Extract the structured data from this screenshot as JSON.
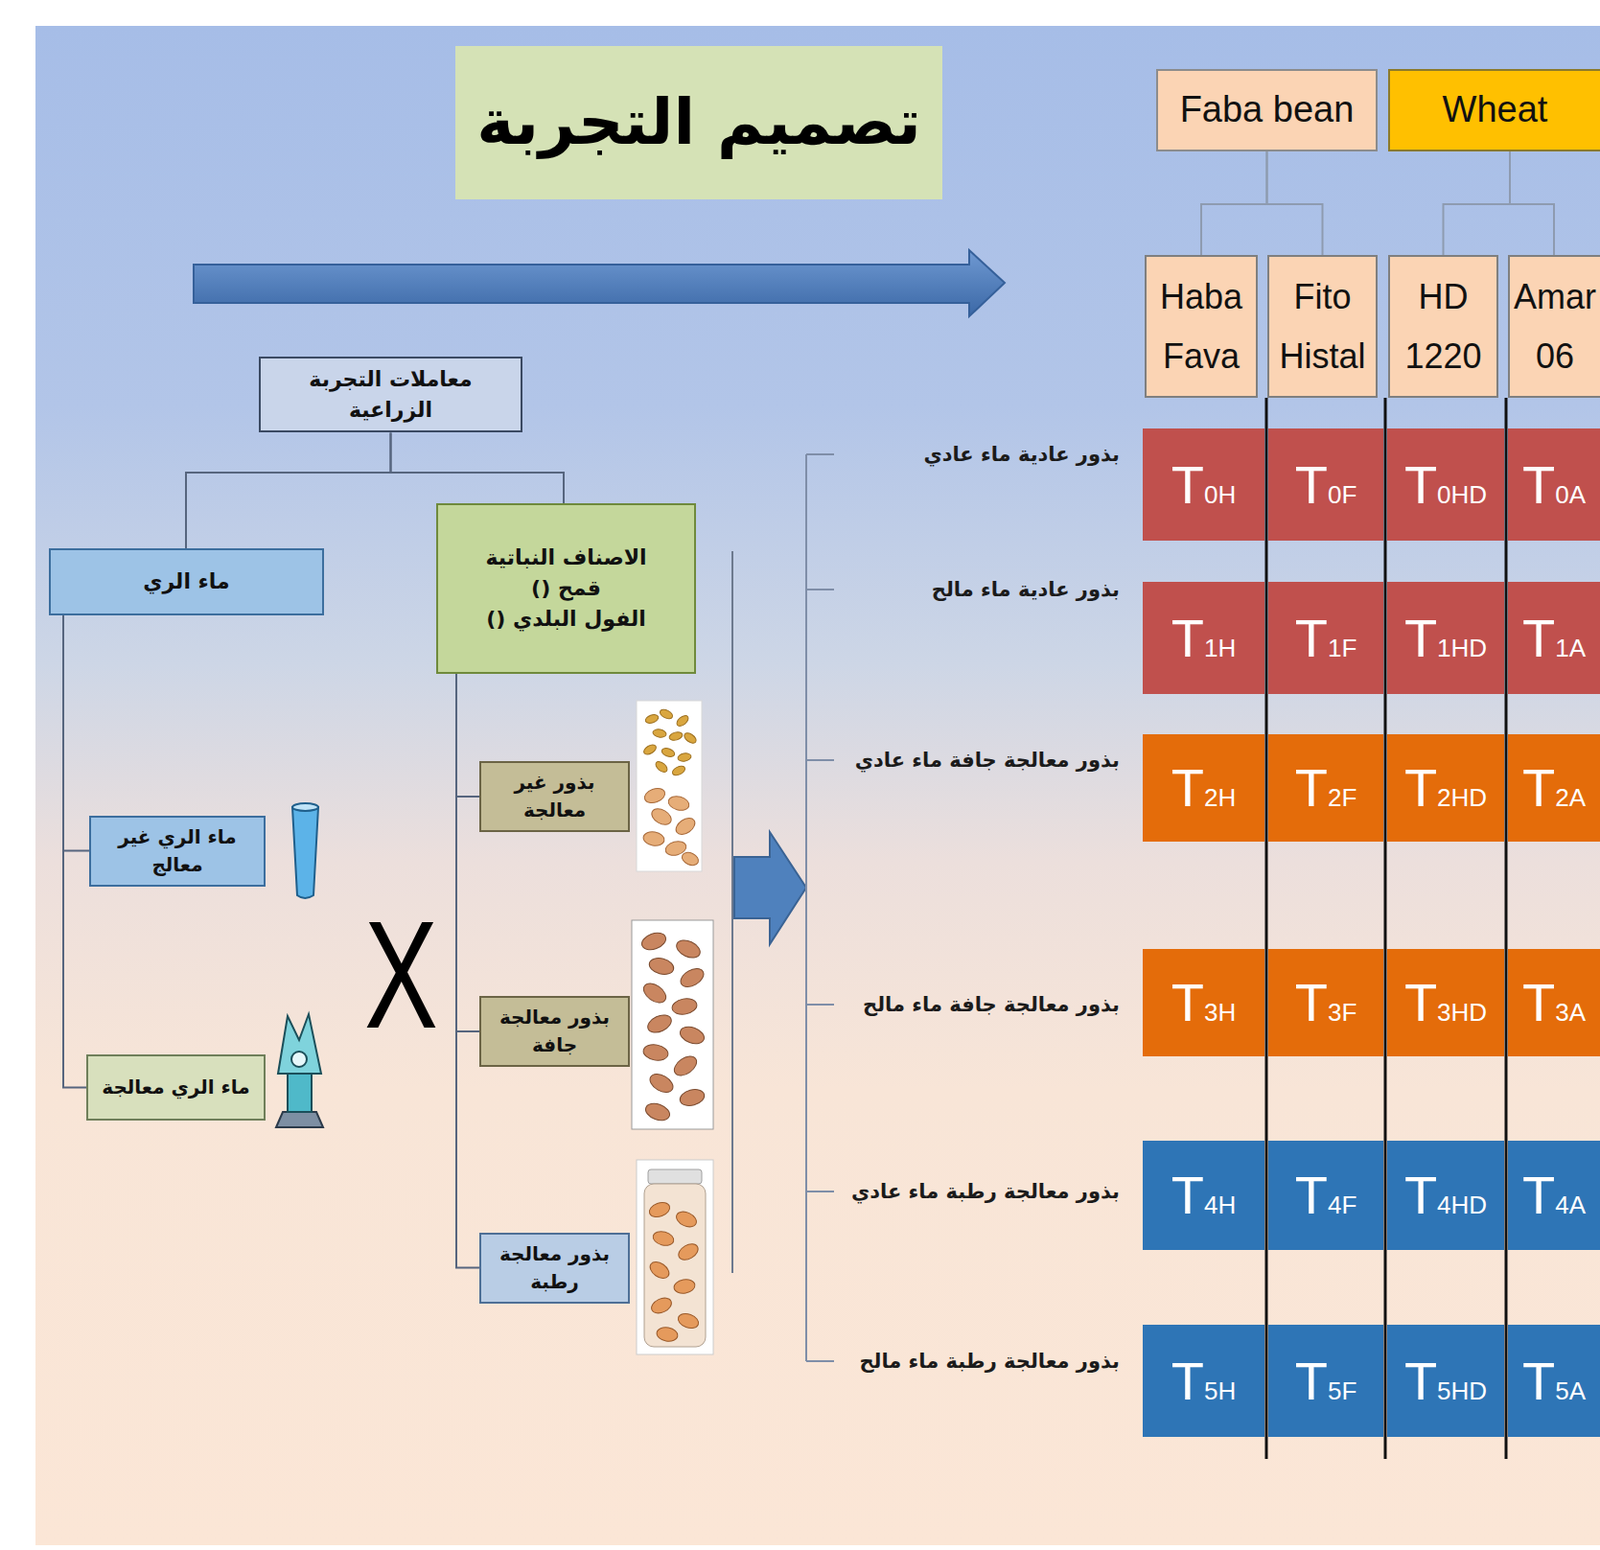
{
  "diagram": {
    "title": "تصميم التجربة",
    "nodes": [
      {
        "text": [
          "معاملات التجربة الزراعية"
        ]
      },
      {
        "text": [
          "ماء الري"
        ]
      },
      {
        "text": [
          "الاصناف النباتية",
          "قمح ()",
          "الفول البلدي ()"
        ]
      },
      {
        "text": [
          "ماء الري غير معالج"
        ]
      },
      {
        "text": [
          "ماء الري معالجة"
        ]
      },
      {
        "text": [
          "بذور غير معالجة"
        ]
      },
      {
        "text": [
          "بذور معالجة جافة"
        ]
      },
      {
        "text": [
          "بذور معالجة رطبة"
        ]
      },
      {
        "text": [
          "Faba bean"
        ]
      },
      {
        "text": [
          "Wheat"
        ]
      },
      {
        "text": [
          "Haba Fava"
        ]
      },
      {
        "text": [
          "Fito Histal"
        ]
      },
      {
        "text": [
          "HD 1220"
        ]
      },
      {
        "text": [
          "Amar 06"
        ]
      },
      {
        "text": [
          "T",
          "0H"
        ]
      },
      {
        "text": [
          "T",
          "0F"
        ]
      },
      {
        "text": [
          "T",
          "0HD"
        ]
      },
      {
        "text": [
          "T",
          "0A"
        ]
      },
      {
        "text": [
          "T",
          "1H"
        ]
      },
      {
        "text": [
          "T",
          "1F"
        ]
      },
      {
        "text": [
          "T",
          "1HD"
        ]
      },
      {
        "text": [
          "T",
          "1A"
        ]
      },
      {
        "text": [
          "T",
          "2H"
        ]
      },
      {
        "text": [
          "T",
          "2F"
        ]
      },
      {
        "text": [
          "T",
          "2HD"
        ]
      },
      {
        "text": [
          "T",
          "2A"
        ]
      },
      {
        "text": [
          "T",
          "3H"
        ]
      },
      {
        "text": [
          "T",
          "3F"
        ]
      },
      {
        "text": [
          "T",
          "3HD"
        ]
      },
      {
        "text": [
          "T",
          "3A"
        ]
      },
      {
        "text": [
          "T",
          "4H"
        ]
      },
      {
        "text": [
          "T",
          "4F"
        ]
      },
      {
        "text": [
          "T",
          "4HD"
        ]
      },
      {
        "text": [
          "T",
          "4A"
        ]
      },
      {
        "text": [
          "T",
          "5H"
        ]
      },
      {
        "text": [
          "T",
          "5F"
        ]
      },
      {
        "text": [
          "T",
          "5HD"
        ]
      },
      {
        "text": [
          "T",
          "5A"
        ]
      }
    ],
    "edges": [
      {
        "from": 0,
        "to": 1,
        "arrow": "none"
      },
      {
        "from": 0,
        "to": 2,
        "arrow": "none"
      },
      {
        "from": 1,
        "to": 3,
        "arrow": "none"
      },
      {
        "from": 1,
        "to": 4,
        "arrow": "none"
      },
      {
        "from": 2,
        "to": 5,
        "arrow": "none"
      },
      {
        "from": 2,
        "to": 6,
        "arrow": "none"
      },
      {
        "from": 2,
        "to": 7,
        "arrow": "none"
      },
      {
        "from": 8,
        "to": 10,
        "arrow": "none"
      },
      {
        "from": 8,
        "to": 11,
        "arrow": "none"
      },
      {
        "from": 9,
        "to": 12,
        "arrow": "none"
      },
      {
        "from": 9,
        "to": 13,
        "arrow": "none"
      }
    ],
    "labels": [
      "بذور عادية ماء عادي",
      "بذور عادية ماء مالح",
      "بذور معالجة جافة ماء عادي",
      "بذور معالجة جافة ماء مالح",
      "بذور معالجة رطبة ماء عادي",
      "بذور معالجة رطبة ماء مالح",
      "X"
    ]
  }
}
